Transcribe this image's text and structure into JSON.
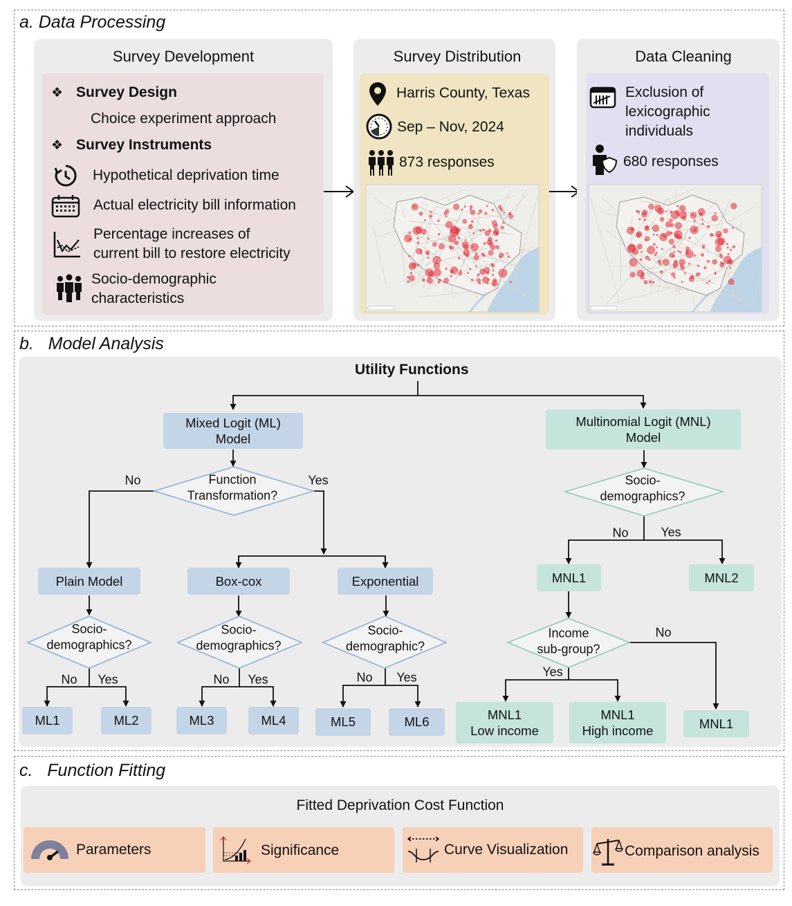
{
  "sections": {
    "a": {
      "title": "a. Data Processing"
    },
    "b": {
      "title": "b.   Model Analysis"
    },
    "c": {
      "title": "c.   Function Fitting"
    }
  },
  "survey_development": {
    "title": "Survey Development",
    "design_heading": "Survey Design",
    "design_item": "Choice experiment approach",
    "instruments_heading": "Survey Instruments",
    "instruments": [
      {
        "icon": "clock-icon",
        "label": "Hypothetical deprivation time"
      },
      {
        "icon": "calendar-icon",
        "label": "Actual electricity bill information"
      },
      {
        "icon": "trend-chart-icon",
        "line1": "Percentage increases of",
        "line2": "current bill to restore electricity"
      },
      {
        "icon": "people-group-icon",
        "line1": "Socio-demographic",
        "line2": "characteristics"
      }
    ]
  },
  "survey_distribution": {
    "title": "Survey Distribution",
    "location": "Harris County, Texas",
    "period": "Sep – Nov, 2024",
    "responses": "873 responses"
  },
  "data_cleaning": {
    "title": "Data Cleaning",
    "exclusion_line1": "Exclusion of",
    "exclusion_line2": "lexicographic",
    "exclusion_line3": "individuals",
    "responses": "680 responses"
  },
  "model_analysis": {
    "root": "Utility Functions",
    "ml_line1": "Mixed Logit (ML)",
    "ml_line2": "Model",
    "mnl_line1": "Multinomial Logit (MNL)",
    "mnl_line2": "Model",
    "ft_line1": "Function",
    "ft_line2": "Transformation?",
    "mnl_socio_line1": "Socio-",
    "mnl_socio_line2": "demographics?",
    "no": "No",
    "yes": "Yes",
    "plain": "Plain Model",
    "boxcox": "Box-cox",
    "exponential": "Exponential",
    "socio_line1": "Socio-",
    "socio_line2": "demographics?",
    "socio_exp_line2": "demographic?",
    "ml1": "ML1",
    "ml2": "ML2",
    "ml3": "ML3",
    "ml4": "ML4",
    "ml5": "ML5",
    "ml6": "ML6",
    "mnl1": "MNL1",
    "mnl2": "MNL2",
    "income_line1": "Income",
    "income_line2": "sub-group?",
    "mnl1_low_line1": "MNL1",
    "mnl1_low_line2": "Low income",
    "mnl1_high_line1": "MNL1",
    "mnl1_high_line2": "High income"
  },
  "function_fitting": {
    "title": "Fitted Deprivation Cost Function",
    "items": [
      {
        "icon": "gauge-icon",
        "label": "Parameters"
      },
      {
        "icon": "significance-chart-icon",
        "label": "Significance"
      },
      {
        "icon": "curve-icon",
        "label": "Curve Visualization"
      },
      {
        "icon": "balance-scale-icon",
        "label": "Comparison analysis"
      }
    ]
  },
  "colors": {
    "survey_dev_bg": "#ecdedf",
    "survey_dist_bg": "#f0e4c2",
    "data_clean_bg": "#e2e0f0",
    "ml_blue": "#c4d5e8",
    "mnl_green": "#c5e4dc",
    "fit_orange": "#f7d0b8",
    "diamond_blue": "#8fb1da",
    "diamond_green": "#8fcab4",
    "map_dot": "#e8323c"
  }
}
